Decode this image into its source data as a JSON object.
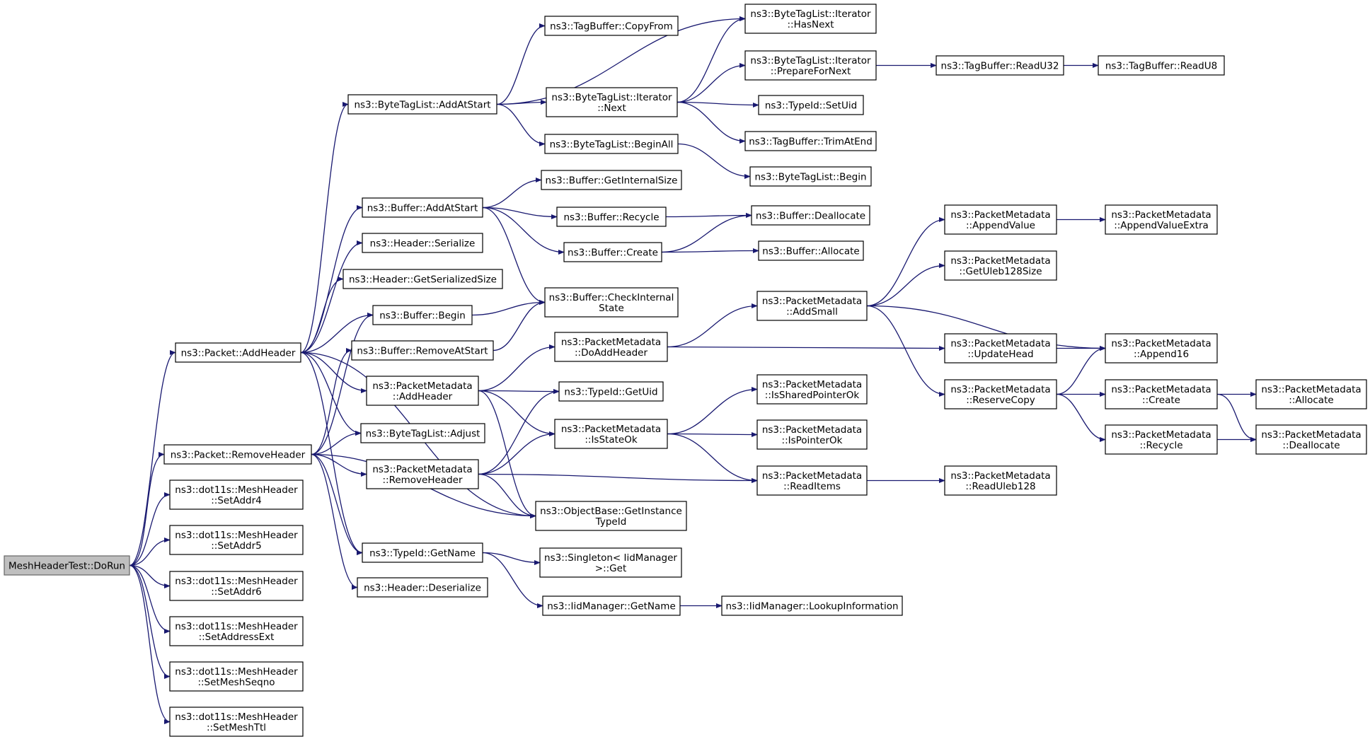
{
  "graph": {
    "type": "call-graph",
    "colors": {
      "edge": "#191970",
      "node_border": "#000000",
      "node_fill": "#ffffff",
      "root_fill": "#bfbfbf",
      "root_border": "#666666"
    },
    "nodes": [
      {
        "id": "root",
        "lines": [
          "MeshHeaderTest::DoRun"
        ]
      },
      {
        "id": "addheader",
        "lines": [
          "ns3::Packet::AddHeader"
        ]
      },
      {
        "id": "removeheader",
        "lines": [
          "ns3::Packet::RemoveHeader"
        ]
      },
      {
        "id": "setaddr4",
        "lines": [
          "ns3::dot11s::MeshHeader",
          "::SetAddr4"
        ]
      },
      {
        "id": "setaddr5",
        "lines": [
          "ns3::dot11s::MeshHeader",
          "::SetAddr5"
        ]
      },
      {
        "id": "setaddr6",
        "lines": [
          "ns3::dot11s::MeshHeader",
          "::SetAddr6"
        ]
      },
      {
        "id": "setaddrext",
        "lines": [
          "ns3::dot11s::MeshHeader",
          "::SetAddressExt"
        ]
      },
      {
        "id": "setseqno",
        "lines": [
          "ns3::dot11s::MeshHeader",
          "::SetMeshSeqno"
        ]
      },
      {
        "id": "setttl",
        "lines": [
          "ns3::dot11s::MeshHeader",
          "::SetMeshTtl"
        ]
      },
      {
        "id": "btl_addatstart",
        "lines": [
          "ns3::ByteTagList::AddAtStart"
        ]
      },
      {
        "id": "buf_addatstart",
        "lines": [
          "ns3::Buffer::AddAtStart"
        ]
      },
      {
        "id": "hdr_serialize",
        "lines": [
          "ns3::Header::Serialize"
        ]
      },
      {
        "id": "hdr_getsersize",
        "lines": [
          "ns3::Header::GetSerializedSize"
        ]
      },
      {
        "id": "buf_begin",
        "lines": [
          "ns3::Buffer::Begin"
        ]
      },
      {
        "id": "buf_removeatstart",
        "lines": [
          "ns3::Buffer::RemoveAtStart"
        ]
      },
      {
        "id": "pm_addheader",
        "lines": [
          "ns3::PacketMetadata",
          "::AddHeader"
        ]
      },
      {
        "id": "btl_adjust",
        "lines": [
          "ns3::ByteTagList::Adjust"
        ]
      },
      {
        "id": "pm_removeheader",
        "lines": [
          "ns3::PacketMetadata",
          "::RemoveHeader"
        ]
      },
      {
        "id": "tid_getname",
        "lines": [
          "ns3::TypeId::GetName"
        ]
      },
      {
        "id": "hdr_deserialize",
        "lines": [
          "ns3::Header::Deserialize"
        ]
      },
      {
        "id": "tb_copyfrom",
        "lines": [
          "ns3::TagBuffer::CopyFrom"
        ]
      },
      {
        "id": "it_next",
        "lines": [
          "ns3::ByteTagList::Iterator",
          "::Next"
        ]
      },
      {
        "id": "btl_beginall",
        "lines": [
          "ns3::ByteTagList::BeginAll"
        ]
      },
      {
        "id": "buf_getinternalsize",
        "lines": [
          "ns3::Buffer::GetInternalSize"
        ]
      },
      {
        "id": "buf_recycle",
        "lines": [
          "ns3::Buffer::Recycle"
        ]
      },
      {
        "id": "buf_create",
        "lines": [
          "ns3::Buffer::Create"
        ]
      },
      {
        "id": "buf_checkinternal",
        "lines": [
          "ns3::Buffer::CheckInternal",
          "State"
        ]
      },
      {
        "id": "pm_doaddheader",
        "lines": [
          "ns3::PacketMetadata",
          "::DoAddHeader"
        ]
      },
      {
        "id": "tid_getuid",
        "lines": [
          "ns3::TypeId::GetUid"
        ]
      },
      {
        "id": "pm_isstateok",
        "lines": [
          "ns3::PacketMetadata",
          "::IsStateOk"
        ]
      },
      {
        "id": "ob_getinstancetypeid",
        "lines": [
          "ns3::ObjectBase::GetInstance",
          "TypeId"
        ]
      },
      {
        "id": "singleton_get",
        "lines": [
          "ns3::Singleton< IidManager",
          ">::Get"
        ]
      },
      {
        "id": "iid_getname",
        "lines": [
          "ns3::IidManager::GetName"
        ]
      },
      {
        "id": "it_hasnext",
        "lines": [
          "ns3::ByteTagList::Iterator",
          "::HasNext"
        ]
      },
      {
        "id": "it_preparefornext",
        "lines": [
          "ns3::ByteTagList::Iterator",
          "::PrepareForNext"
        ]
      },
      {
        "id": "tid_setuid",
        "lines": [
          "ns3::TypeId::SetUid"
        ]
      },
      {
        "id": "tb_trimatend",
        "lines": [
          "ns3::TagBuffer::TrimAtEnd"
        ]
      },
      {
        "id": "btl_begin",
        "lines": [
          "ns3::ByteTagList::Begin"
        ]
      },
      {
        "id": "buf_deallocate",
        "lines": [
          "ns3::Buffer::Deallocate"
        ]
      },
      {
        "id": "buf_allocate",
        "lines": [
          "ns3::Buffer::Allocate"
        ]
      },
      {
        "id": "pm_addsmall",
        "lines": [
          "ns3::PacketMetadata",
          "::AddSmall"
        ]
      },
      {
        "id": "pm_issharedpointerok",
        "lines": [
          "ns3::PacketMetadata",
          "::IsSharedPointerOk"
        ]
      },
      {
        "id": "pm_ispointerok",
        "lines": [
          "ns3::PacketMetadata",
          "::IsPointerOk"
        ]
      },
      {
        "id": "pm_readitems",
        "lines": [
          "ns3::PacketMetadata",
          "::ReadItems"
        ]
      },
      {
        "id": "iid_lookupinfo",
        "lines": [
          "ns3::IidManager::LookupInformation"
        ]
      },
      {
        "id": "tb_readu32",
        "lines": [
          "ns3::TagBuffer::ReadU32"
        ]
      },
      {
        "id": "tb_readu8",
        "lines": [
          "ns3::TagBuffer::ReadU8"
        ]
      },
      {
        "id": "pm_appendvalue",
        "lines": [
          "ns3::PacketMetadata",
          "::AppendValue"
        ]
      },
      {
        "id": "pm_getuleb128size",
        "lines": [
          "ns3::PacketMetadata",
          "::GetUleb128Size"
        ]
      },
      {
        "id": "pm_updatehead",
        "lines": [
          "ns3::PacketMetadata",
          "::UpdateHead"
        ]
      },
      {
        "id": "pm_reservecopy",
        "lines": [
          "ns3::PacketMetadata",
          "::ReserveCopy"
        ]
      },
      {
        "id": "pm_readuleb128",
        "lines": [
          "ns3::PacketMetadata",
          "::ReadUleb128"
        ]
      },
      {
        "id": "pm_appendvalueextra",
        "lines": [
          "ns3::PacketMetadata",
          "::AppendValueExtra"
        ]
      },
      {
        "id": "pm_append16",
        "lines": [
          "ns3::PacketMetadata",
          "::Append16"
        ]
      },
      {
        "id": "pm_create",
        "lines": [
          "ns3::PacketMetadata",
          "::Create"
        ]
      },
      {
        "id": "pm_recycle",
        "lines": [
          "ns3::PacketMetadata",
          "::Recycle"
        ]
      },
      {
        "id": "pm_allocate",
        "lines": [
          "ns3::PacketMetadata",
          "::Allocate"
        ]
      },
      {
        "id": "pm_deallocate",
        "lines": [
          "ns3::PacketMetadata",
          "::Deallocate"
        ]
      }
    ],
    "edges": [
      [
        "root",
        "addheader"
      ],
      [
        "root",
        "removeheader"
      ],
      [
        "root",
        "setaddr4"
      ],
      [
        "root",
        "setaddr5"
      ],
      [
        "root",
        "setaddr6"
      ],
      [
        "root",
        "setaddrext"
      ],
      [
        "root",
        "setseqno"
      ],
      [
        "root",
        "setttl"
      ],
      [
        "addheader",
        "btl_addatstart"
      ],
      [
        "addheader",
        "buf_addatstart"
      ],
      [
        "addheader",
        "hdr_serialize"
      ],
      [
        "addheader",
        "hdr_getsersize"
      ],
      [
        "addheader",
        "buf_begin"
      ],
      [
        "addheader",
        "pm_addheader"
      ],
      [
        "addheader",
        "btl_adjust"
      ],
      [
        "addheader",
        "tid_getname"
      ],
      [
        "addheader",
        "ob_getinstancetypeid"
      ],
      [
        "removeheader",
        "buf_begin"
      ],
      [
        "removeheader",
        "buf_removeatstart"
      ],
      [
        "removeheader",
        "btl_adjust"
      ],
      [
        "removeheader",
        "pm_removeheader"
      ],
      [
        "removeheader",
        "tid_getname"
      ],
      [
        "removeheader",
        "hdr_deserialize"
      ],
      [
        "removeheader",
        "ob_getinstancetypeid"
      ],
      [
        "btl_addatstart",
        "tb_copyfrom"
      ],
      [
        "btl_addatstart",
        "it_hasnext"
      ],
      [
        "btl_addatstart",
        "it_next"
      ],
      [
        "btl_addatstart",
        "btl_beginall"
      ],
      [
        "it_next",
        "it_hasnext"
      ],
      [
        "it_next",
        "it_preparefornext"
      ],
      [
        "it_next",
        "tid_setuid"
      ],
      [
        "it_next",
        "tb_trimatend"
      ],
      [
        "it_preparefornext",
        "tb_readu32"
      ],
      [
        "tb_readu32",
        "tb_readu8"
      ],
      [
        "btl_beginall",
        "btl_begin"
      ],
      [
        "buf_addatstart",
        "buf_getinternalsize"
      ],
      [
        "buf_addatstart",
        "buf_recycle"
      ],
      [
        "buf_addatstart",
        "buf_create"
      ],
      [
        "buf_addatstart",
        "buf_checkinternal"
      ],
      [
        "buf_recycle",
        "buf_deallocate"
      ],
      [
        "buf_create",
        "buf_deallocate"
      ],
      [
        "buf_create",
        "buf_allocate"
      ],
      [
        "buf_begin",
        "buf_checkinternal"
      ],
      [
        "buf_removeatstart",
        "buf_checkinternal"
      ],
      [
        "pm_addheader",
        "pm_doaddheader"
      ],
      [
        "pm_addheader",
        "tid_getuid"
      ],
      [
        "pm_addheader",
        "pm_isstateok"
      ],
      [
        "pm_addheader",
        "ob_getinstancetypeid"
      ],
      [
        "pm_removeheader",
        "tid_getuid"
      ],
      [
        "pm_removeheader",
        "pm_isstateok"
      ],
      [
        "pm_removeheader",
        "ob_getinstancetypeid"
      ],
      [
        "pm_removeheader",
        "pm_readitems"
      ],
      [
        "tid_getname",
        "singleton_get"
      ],
      [
        "tid_getname",
        "iid_getname"
      ],
      [
        "iid_getname",
        "iid_lookupinfo"
      ],
      [
        "pm_doaddheader",
        "pm_addsmall"
      ],
      [
        "pm_doaddheader",
        "pm_updatehead"
      ],
      [
        "pm_isstateok",
        "pm_issharedpointerok"
      ],
      [
        "pm_isstateok",
        "pm_ispointerok"
      ],
      [
        "pm_isstateok",
        "pm_readitems"
      ],
      [
        "pm_readitems",
        "pm_readuleb128"
      ],
      [
        "pm_addsmall",
        "pm_appendvalue"
      ],
      [
        "pm_addsmall",
        "pm_getuleb128size"
      ],
      [
        "pm_addsmall",
        "pm_append16"
      ],
      [
        "pm_addsmall",
        "pm_reservecopy"
      ],
      [
        "pm_appendvalue",
        "pm_appendvalueextra"
      ],
      [
        "pm_updatehead",
        "pm_append16"
      ],
      [
        "pm_reservecopy",
        "pm_append16"
      ],
      [
        "pm_reservecopy",
        "pm_create"
      ],
      [
        "pm_reservecopy",
        "pm_recycle"
      ],
      [
        "pm_create",
        "pm_allocate"
      ],
      [
        "pm_create",
        "pm_deallocate"
      ],
      [
        "pm_recycle",
        "pm_deallocate"
      ]
    ]
  }
}
